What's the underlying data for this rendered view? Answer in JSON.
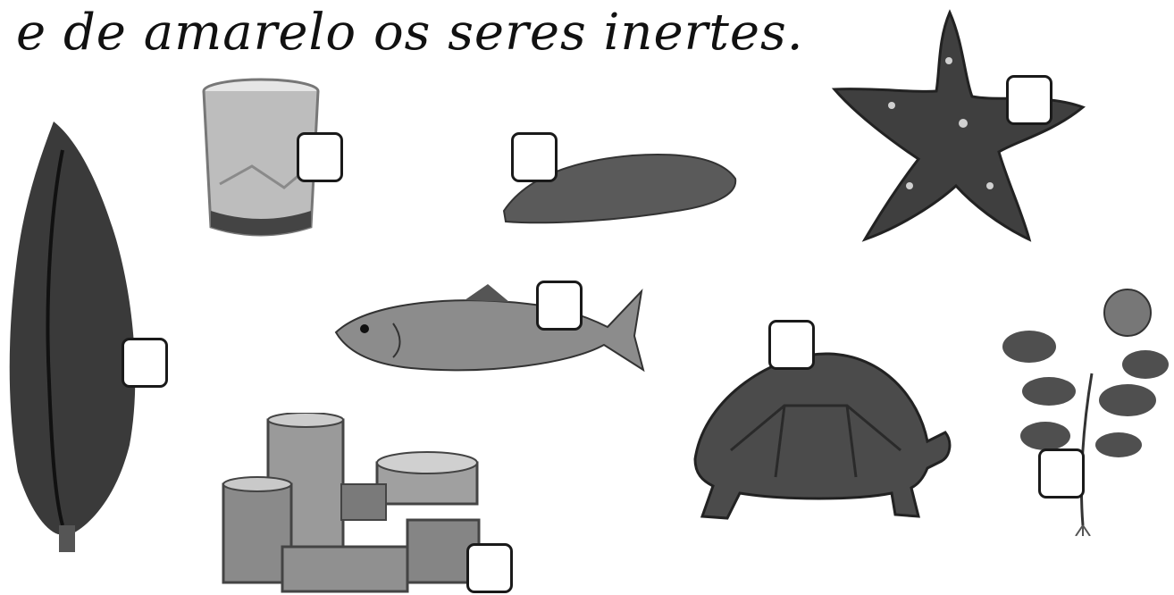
{
  "instruction": "e de amarelo os seres inertes.",
  "items": [
    {
      "name": "cypress-tree",
      "icon": "cypress-tree-icon"
    },
    {
      "name": "drinking-glass",
      "icon": "glass-icon"
    },
    {
      "name": "stone",
      "icon": "stone-icon"
    },
    {
      "name": "starfish",
      "icon": "starfish-icon"
    },
    {
      "name": "fish",
      "icon": "fish-icon"
    },
    {
      "name": "tortoise",
      "icon": "tortoise-icon"
    },
    {
      "name": "clover-plant",
      "icon": "clover-icon"
    },
    {
      "name": "tin-cans",
      "icon": "cans-icon"
    }
  ]
}
